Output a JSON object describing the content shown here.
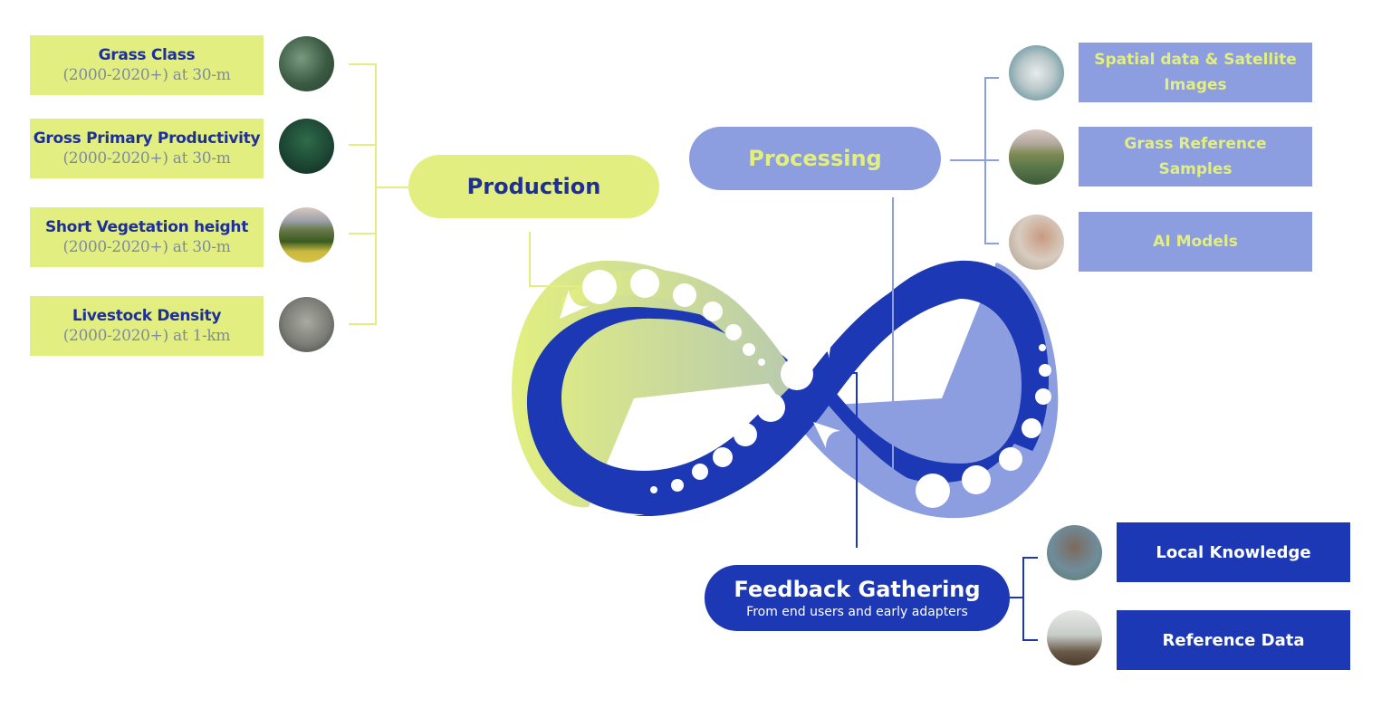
{
  "colors": {
    "lime": "#e2ef80",
    "periwinkle": "#8c9ee0",
    "royal_blue": "#1c38b4",
    "navy_text": "#1e2f9a",
    "gray_text": "#7f8aa0"
  },
  "production": {
    "label": "Production",
    "items": [
      {
        "title": "Grass Class",
        "subtitle": "(2000-2020+) at 30-m",
        "image": "wetland-aerial-photo"
      },
      {
        "title": "Gross Primary Productivity",
        "subtitle": "(2000-2020+) at 30-m",
        "image": "green-leaves-photo"
      },
      {
        "title": "Short Vegetation height",
        "subtitle": "(2000-2020+) at 30-m",
        "image": "savanna-landscape-photo"
      },
      {
        "title": "Livestock Density",
        "subtitle": "(2000-2020+) at 1-km",
        "image": "cattle-photo"
      }
    ]
  },
  "processing": {
    "label": "Processing",
    "items": [
      {
        "title": "Spatial data & Satellite Images",
        "image": "satellite-cloud-photo"
      },
      {
        "title": "Grass Reference Samples",
        "image": "pasture-with-cows-photo"
      },
      {
        "title": "AI Models",
        "image": "laptop-typing-photo"
      }
    ]
  },
  "feedback": {
    "label": "Feedback Gathering",
    "sublabel": "From end users and early adapters",
    "items": [
      {
        "title": "Local Knowledge",
        "image": "farmer-woman-photo"
      },
      {
        "title": "Reference Data",
        "image": "greenhouse-worker-photo"
      }
    ]
  }
}
